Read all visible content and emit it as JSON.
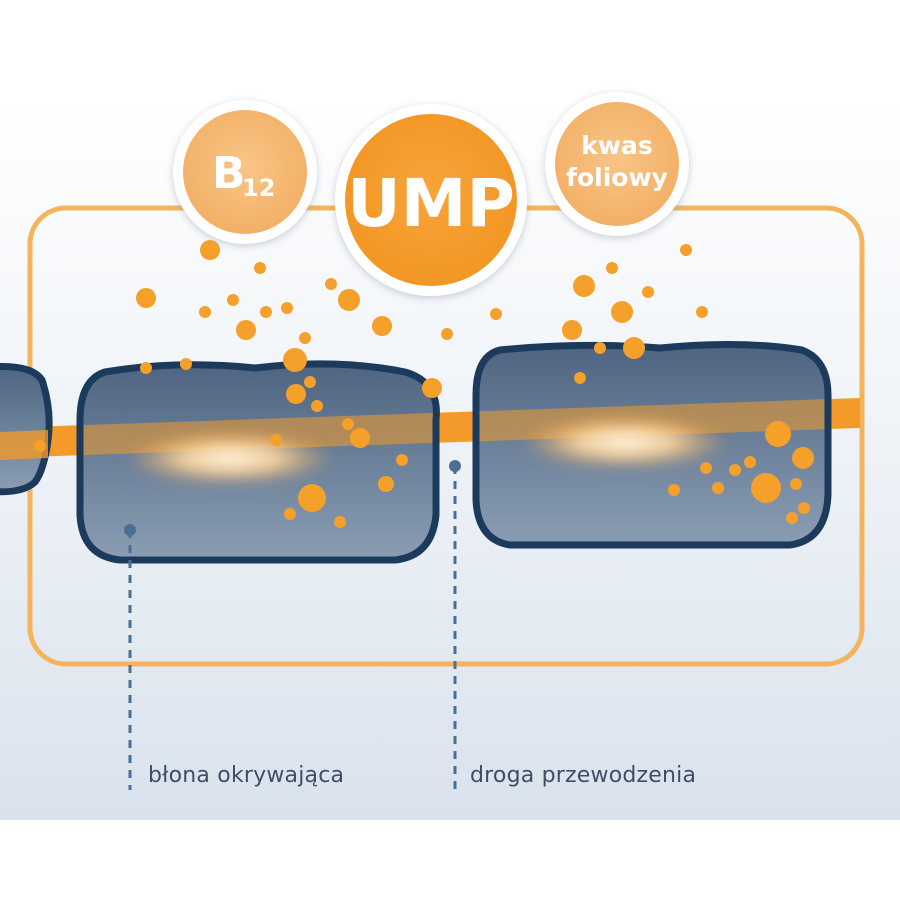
{
  "badges": {
    "b12": {
      "main": "B",
      "sub": "12"
    },
    "ump": "UMP",
    "folic": {
      "line1": "kwas",
      "line2": "foliowy"
    }
  },
  "labels": {
    "membrane": "błona okrywająca",
    "pathway": "droga przewodzenia"
  },
  "colors": {
    "orange": "#f5a02a",
    "orange_light": "#f4b56a",
    "cell_outline": "#1b3a5c",
    "dashed_line": "#4a6f95",
    "background_top": "#ffffff",
    "background_bottom": "#dce4ee"
  }
}
